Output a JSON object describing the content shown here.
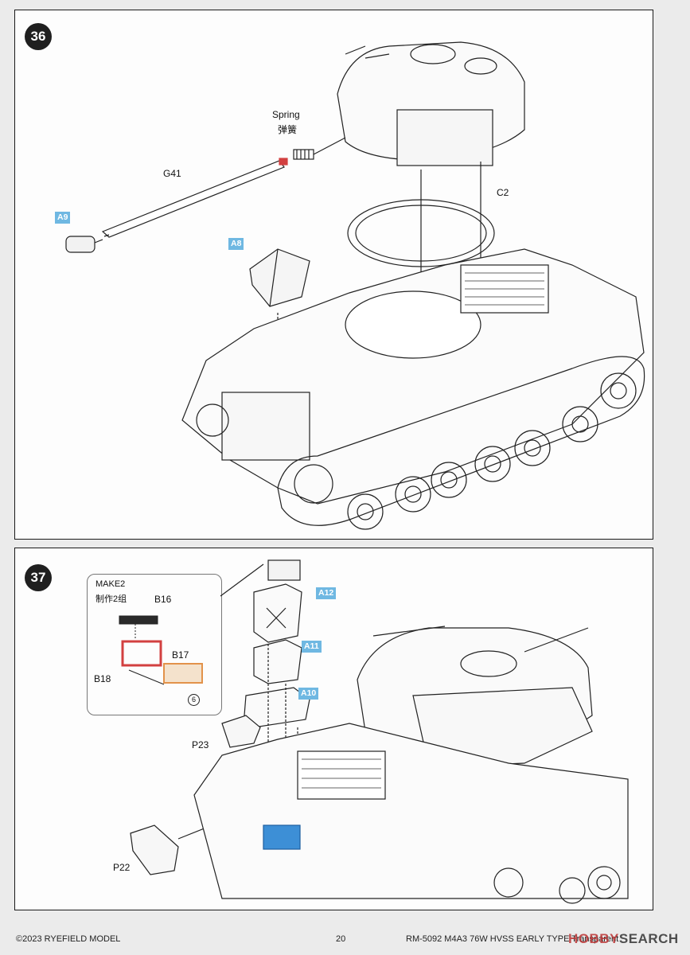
{
  "step36": {
    "number": "36",
    "labels": {
      "spring_en": "Spring",
      "spring_zh": "弹簧",
      "g41": "G41",
      "c2": "C2"
    },
    "tags": {
      "a9": "A9",
      "a8": "A8"
    }
  },
  "step37": {
    "number": "37",
    "callout": {
      "make_en": "MAKE2",
      "make_zh": "制作2组",
      "b16": "B16",
      "b17": "B17",
      "b18": "B18",
      "circle_num": "6"
    },
    "tags": {
      "a12": "A12",
      "a11": "A11",
      "a10": "A10"
    },
    "labels": {
      "p23": "P23",
      "p22": "P22"
    }
  },
  "footer": {
    "copyright": "©2023 RYEFIELD MODEL",
    "page_number": "20",
    "product": "RM-5092 M4A3 76W HVSS EARLY TYPE Transparent",
    "watermark_left": "HOBBY",
    "watermark_right": "SEARCH"
  },
  "colors": {
    "tag_blue": "#6fb8e2",
    "accent_red": "#d24040",
    "accent_orange": "#e2924a",
    "highlight_blue": "#3d8fd6"
  }
}
